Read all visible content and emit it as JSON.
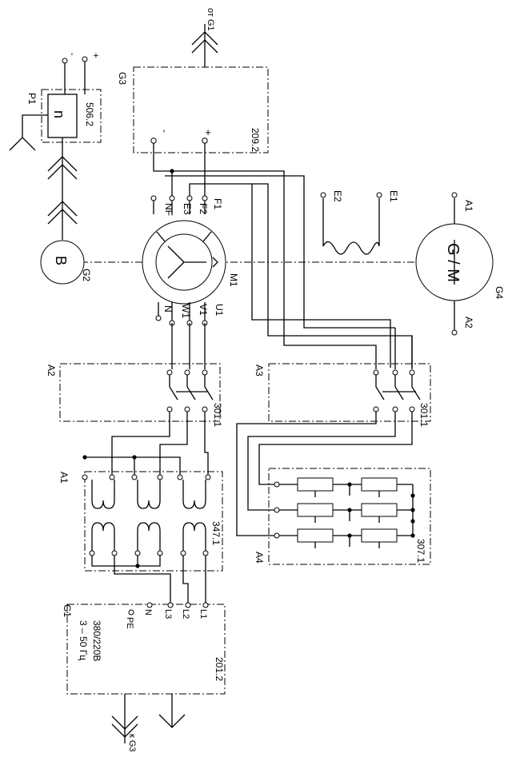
{
  "blocks": {
    "g1": {
      "designator": "G1",
      "code": "201.2",
      "voltage": "380/220В",
      "freq": "3 – 50 Гц",
      "terminals": [
        "L1",
        "L2",
        "L3",
        "N",
        "PE"
      ]
    },
    "g3": {
      "designator": "G3",
      "code": "209.2",
      "plus": "+",
      "minus": "-",
      "from_label": "от G1"
    },
    "p1": {
      "designator": "P1",
      "code": "506.2",
      "symbol": "n",
      "plus": "+",
      "minus": "-"
    },
    "b": {
      "designator": "G2",
      "symbol": "B"
    },
    "m1": {
      "designator": "M1",
      "terminals": [
        "U1",
        "V1",
        "W1",
        "N",
        "NF",
        "E3",
        "F2",
        "F1"
      ]
    },
    "gm": {
      "designator": "G4",
      "symbol": "G / M",
      "terminals": [
        "A1",
        "A2",
        "E2",
        "E1"
      ]
    },
    "a1": {
      "designator": "A1",
      "code": "347.1"
    },
    "a2": {
      "designator": "A2",
      "code": "301.1"
    },
    "a3": {
      "designator": "A3",
      "code": "301.1"
    },
    "a4": {
      "designator": "A4",
      "code": "307.1"
    },
    "to_g3": {
      "label": "к G3"
    }
  }
}
